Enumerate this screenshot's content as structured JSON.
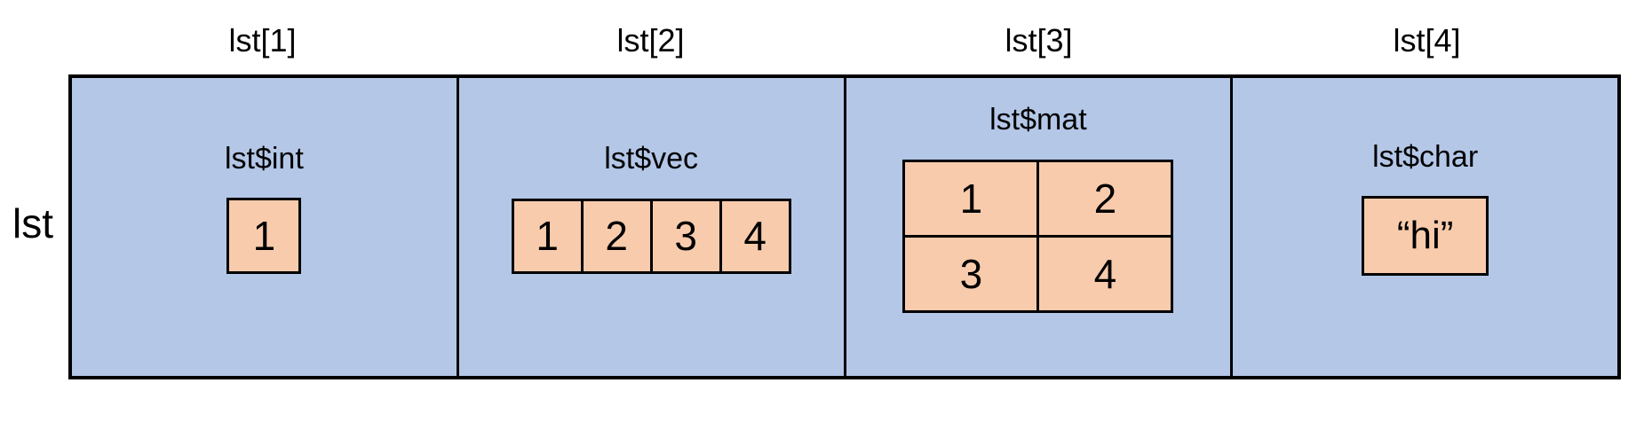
{
  "diagram": {
    "list_label": "lst",
    "colors": {
      "container_fill": "#B4C7E7",
      "cell_fill": "#F8CBAD",
      "line": "#000000"
    },
    "sections": [
      {
        "index_label": "lst[1]",
        "element_label": "lst$int",
        "type": "scalar",
        "cells": [
          "1"
        ]
      },
      {
        "index_label": "lst[2]",
        "element_label": "lst$vec",
        "type": "vector",
        "cells": [
          "1",
          "2",
          "3",
          "4"
        ]
      },
      {
        "index_label": "lst[3]",
        "element_label": "lst$mat",
        "type": "matrix",
        "rows": [
          [
            "1",
            "2"
          ],
          [
            "3",
            "4"
          ]
        ]
      },
      {
        "index_label": "lst[4]",
        "element_label": "lst$char",
        "type": "string",
        "cells": [
          "“hi”"
        ]
      }
    ]
  }
}
